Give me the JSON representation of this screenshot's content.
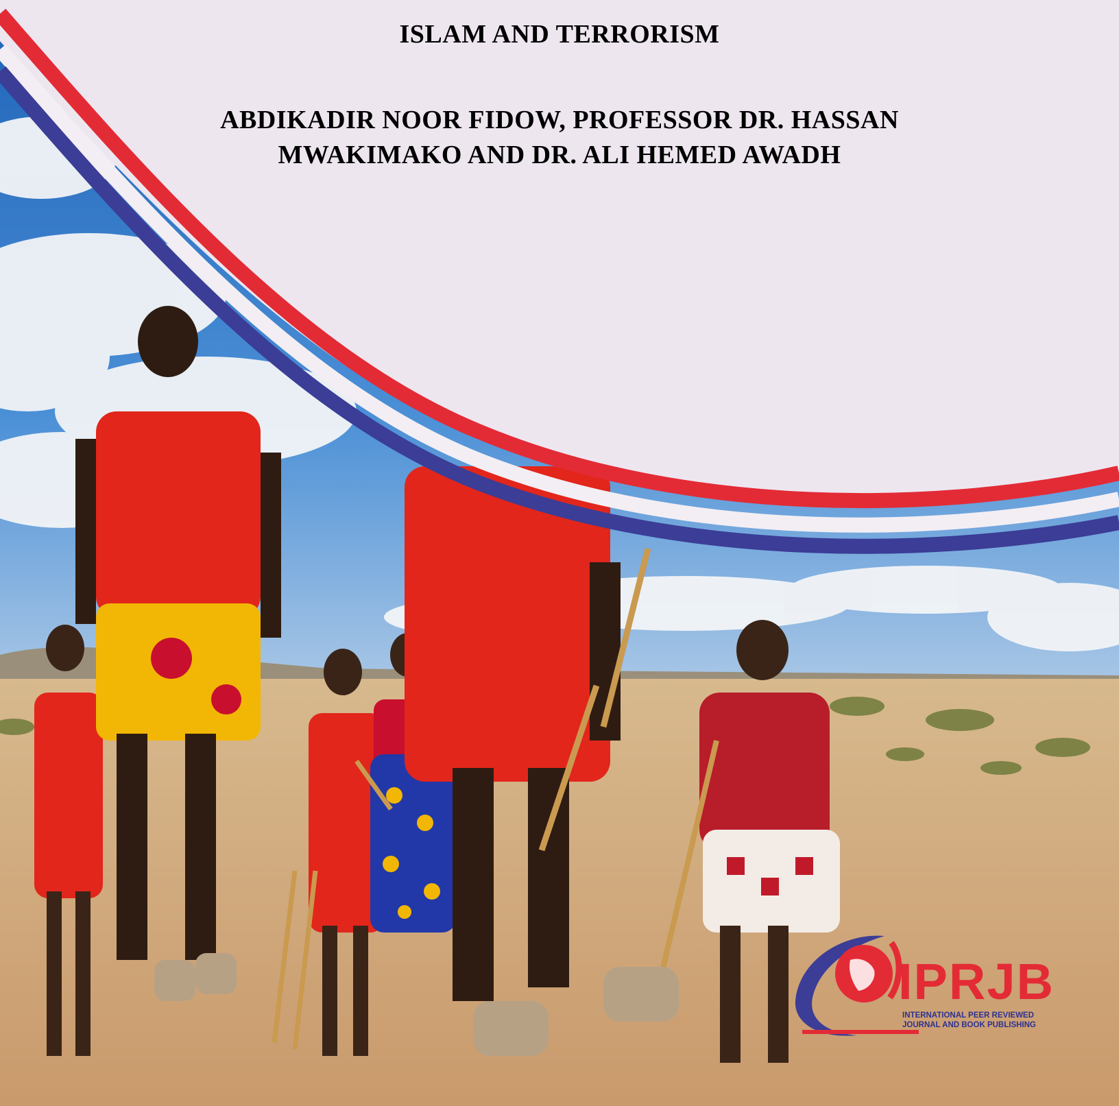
{
  "cover": {
    "title": "ISLAM AND TERRORISM",
    "authors_line1": "ABDIKADIR NOOR FIDOW, PROFESSOR DR. HASSAN",
    "authors_line2": "MWAKIMAKO AND DR. ALI HEMED AWADH"
  },
  "logo": {
    "name": "IPRJB",
    "subtitle_line1": "INTERNATIONAL PEER REVIEWED",
    "subtitle_line2": "JOURNAL AND BOOK PUBLISHING"
  },
  "colors": {
    "panel": "#ede6ef",
    "red_stripe": "#e32b36",
    "blue_stripe": "#3b3d96",
    "sky": "#2f74c5",
    "ground": "#d9b58a",
    "robe_red": "#e2261b"
  },
  "photo": {
    "icon": "maasai-dancers-photo"
  }
}
